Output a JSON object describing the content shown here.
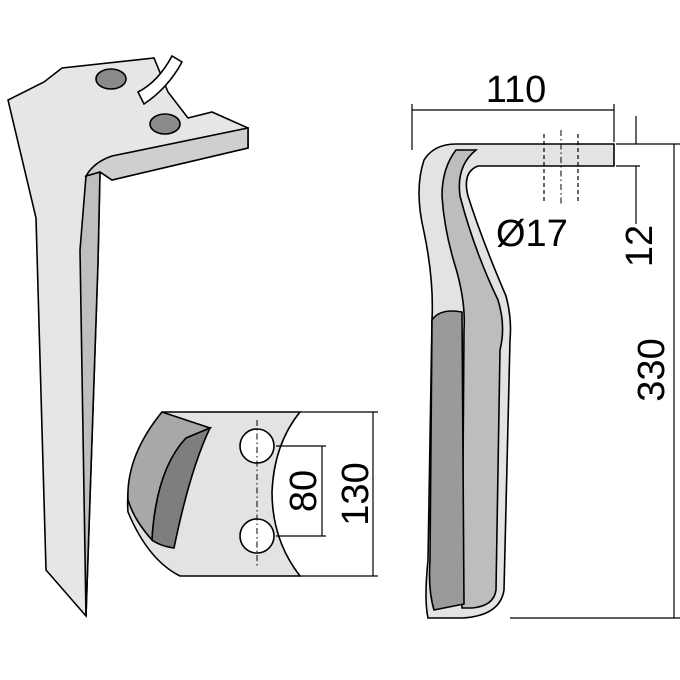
{
  "colors": {
    "background": "#ffffff",
    "blade_light": "#e3e3e3",
    "blade_mid": "#bdbdbd",
    "blade_dark": "#8a8a8a",
    "outline": "#000000"
  },
  "views": {
    "side_view": {
      "label": ""
    },
    "detail_view": {
      "label": ""
    },
    "front_view": {
      "label": ""
    }
  },
  "dimensions": {
    "width": "110",
    "bolt_hole_diameter": "Ø17",
    "blade_thickness": "12",
    "total_height": "330",
    "hole_spacing": "80",
    "flange_height": "130"
  }
}
